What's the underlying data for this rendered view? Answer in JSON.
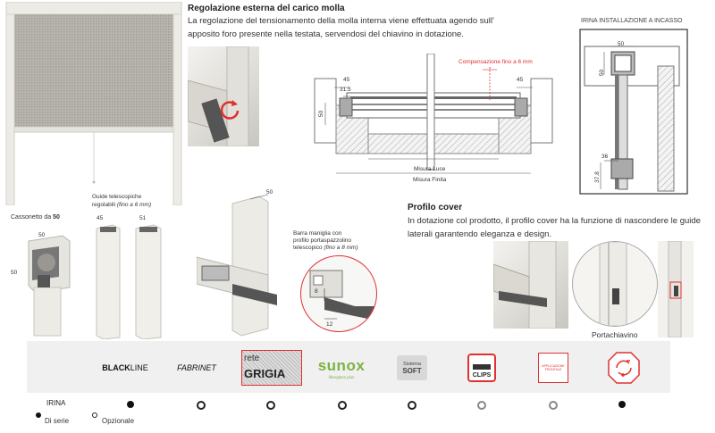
{
  "regolazione": {
    "title": "Regolazione esterna del carico molla",
    "text": "La regolazione del tensionamento della molla interna viene effettuata agendo sull' apposito foro presente nella testata, servendosi del chiavino in dotazione."
  },
  "installazione_title": "IRINA INSTALLAZIONE A INCASSO",
  "section_drawing": {
    "compensazione": "Compensazione fino a 6 mm",
    "dim_45_left": "45",
    "dim_31_5": "31.5",
    "dim_50": "50",
    "dim_45_right": "45",
    "misura_luce": "Misura Luce",
    "misura_finita": "Misura Finita"
  },
  "install_drawing": {
    "dim_50_top": "50",
    "dim_50_side": "50",
    "dim_36": "36",
    "dim_37_8": "37.8"
  },
  "cassonetto": {
    "label": "Cassonetto da",
    "value": "50",
    "dim_w": "50",
    "dim_h": "50"
  },
  "guide": {
    "label1": "Guide telescopiche",
    "label2": "regolabili",
    "note": "(fino a 6 mm)",
    "dim1": "45",
    "dim2": "51"
  },
  "barra": {
    "dim_top": "50",
    "line1": "Barra maniglia con",
    "line2": "profilo portaspazzolino",
    "line3": "telescopico",
    "note": "(fino a 8 mm)",
    "dim_8": "8",
    "dim_12": "12"
  },
  "profilo": {
    "title": "Profilo cover",
    "text": "In dotazione col prodotto, il profilo cover ha la funzione di nascondere le guide laterali garantendo eleganza e design."
  },
  "portachiavino": "Portachiavino",
  "logos": {
    "blackline_a": "BLACK",
    "blackline_b": "LINE",
    "fabrinet": "FABRINET",
    "rete": "rete",
    "grigia": "GRIGIA",
    "sunox": "sunox",
    "sunox_sub": "fiberglass plus",
    "sistema": "Sistema",
    "soft": "SOFT",
    "clips": "CLIPS",
    "applicazione_line1": "APPLICAZIONE",
    "applicazione_line2": "FRONTALE"
  },
  "product_row": {
    "name": "IRINA",
    "marks": [
      "full",
      "ring",
      "ring",
      "ring",
      "ring",
      "ring-gray",
      "ring-gray",
      "full"
    ]
  },
  "legend": {
    "di_serie": "Di serie",
    "opzionale": "Opzionale"
  },
  "colors": {
    "accent_red": "#e03030",
    "band_gray": "#f0f0f0"
  }
}
